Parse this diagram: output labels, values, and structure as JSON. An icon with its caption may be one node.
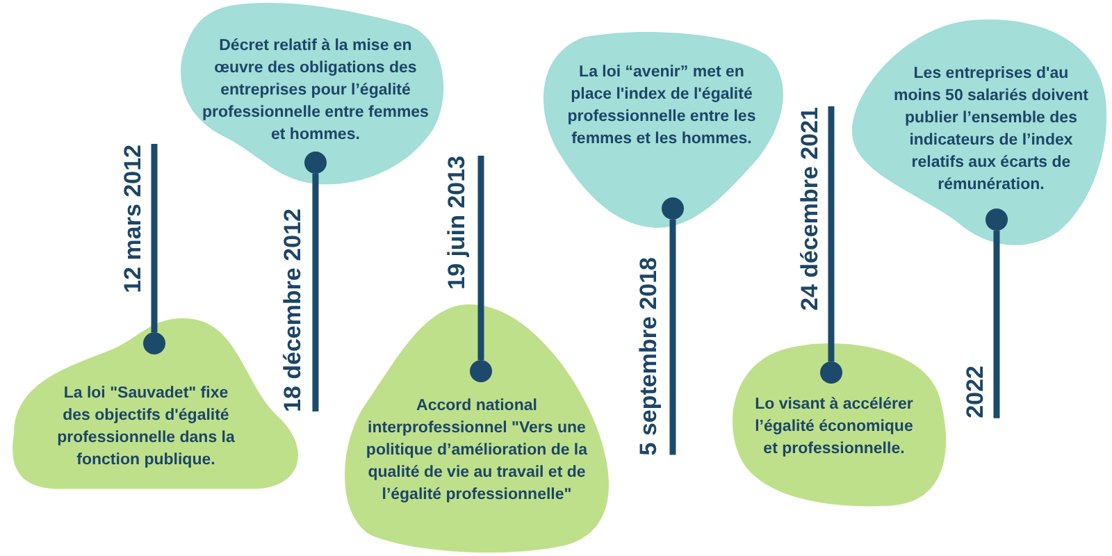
{
  "diagram": {
    "nodes": [
      {
        "text": [
          "La loi \"Sauvadet\" fixe des objectifs d'égalité professionnelle dans la fonction publique."
        ]
      },
      {
        "text": [],
        "shape": "circle",
        "in": 0
      },
      {
        "text": [
          "12 mars 2012"
        ]
      },
      {
        "text": [
          "Décret relatif à la mise en œuvre des obligations des entreprises pour l’égalité professionnelle entre femmes et hommes."
        ]
      },
      {
        "text": [],
        "shape": "circle",
        "in": 3
      },
      {
        "text": [
          "18 décembre 2012"
        ]
      },
      {
        "text": [
          "Accord national interprofessionnel \"Vers une politique d’amélioration de la qualité de vie au travail et de l’égalité professionnelle\""
        ]
      },
      {
        "text": [],
        "shape": "circle",
        "in": 6
      },
      {
        "text": [
          "19 juin 2013"
        ]
      },
      {
        "text": [
          "La loi “avenir” met en place l'index de l'égalité professionnelle entre les femmes et les hommes."
        ]
      },
      {
        "text": [],
        "shape": "circle",
        "in": 9
      },
      {
        "text": [
          "5 septembre 2018"
        ]
      },
      {
        "text": [
          "Lo visant à accélérer l’égalité économique et professionnelle."
        ]
      },
      {
        "text": [],
        "shape": "circle",
        "in": 12
      },
      {
        "text": [
          "24 décembre 2021"
        ]
      },
      {
        "text": [
          "Les entreprises d'au moins 50 salariés doivent publier l’ensemble des indicateurs de l’index relatifs aux écarts de rémunération."
        ]
      },
      {
        "text": [],
        "shape": "circle",
        "in": 15
      },
      {
        "text": [
          "2022"
        ]
      }
    ],
    "edges": [
      {
        "from": 2,
        "to": 1,
        "arrow": "none"
      },
      {
        "from": 5,
        "to": 4,
        "arrow": "none"
      },
      {
        "from": 8,
        "to": 7,
        "arrow": "none"
      },
      {
        "from": 11,
        "to": 10,
        "arrow": "none"
      },
      {
        "from": 14,
        "to": 13,
        "arrow": "none"
      },
      {
        "from": 17,
        "to": 16,
        "arrow": "none"
      }
    ]
  }
}
